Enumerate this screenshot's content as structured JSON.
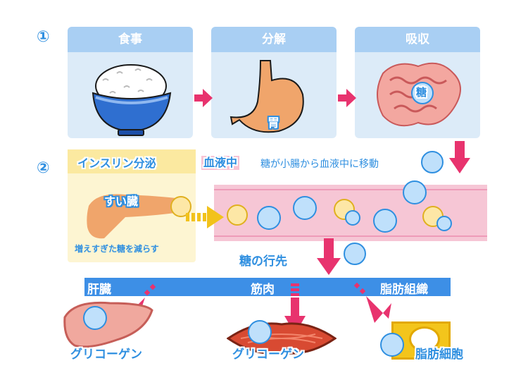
{
  "step1": {
    "number": "①"
  },
  "step2": {
    "number": "②"
  },
  "panels": {
    "meal": {
      "title": "食事"
    },
    "digestion": {
      "title": "分解",
      "organ_label": "胃"
    },
    "absorption": {
      "title": "吸収",
      "organ_label": "小腸",
      "sugar_label": "糖"
    }
  },
  "absorb_note": "糖が小腸から血液中に移動",
  "insulin": {
    "title": "インスリン分泌",
    "organ_label": "すい臓",
    "note": "増えすぎた糖を減らす"
  },
  "blood_label": "血液中",
  "destination_label": "糖の行先",
  "destinations": {
    "liver": "肝臓",
    "muscle": "筋肉",
    "fat_tissue": "脂肪組織"
  },
  "results": {
    "liver_store": "グリコーゲン",
    "muscle_store": "グリコーゲン",
    "fat_cell": "脂肪細胞"
  },
  "colors": {
    "accent_blue": "#2f8fe0",
    "panel_bg": "#dcebf8",
    "panel_head": "#a9cff3",
    "arrow_pink": "#e8336e",
    "vessel_pink": "#f6c6d5",
    "insulin_bg": "#fdf5d2",
    "insulin_head": "#fbe9a0"
  }
}
